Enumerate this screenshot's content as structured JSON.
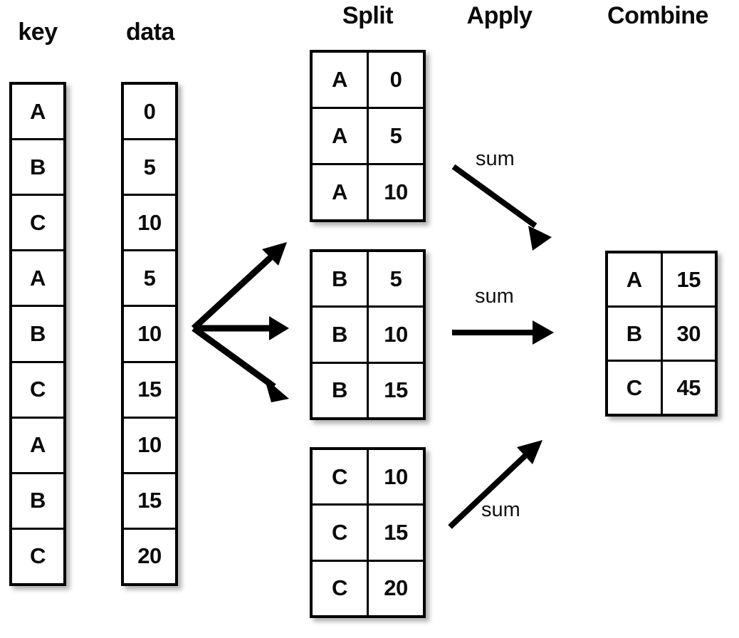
{
  "headings": {
    "key": "key",
    "data": "data",
    "split": "Split",
    "apply": "Apply",
    "combine": "Combine"
  },
  "source": {
    "key_column": {
      "label": "key",
      "values": [
        "A",
        "B",
        "C",
        "A",
        "B",
        "C",
        "A",
        "B",
        "C"
      ]
    },
    "data_column": {
      "label": "data",
      "values": [
        "0",
        "5",
        "10",
        "5",
        "10",
        "15",
        "10",
        "15",
        "20"
      ]
    }
  },
  "split_groups": [
    {
      "group": "A",
      "rows": [
        {
          "key": "A",
          "value": "0"
        },
        {
          "key": "A",
          "value": "5"
        },
        {
          "key": "A",
          "value": "10"
        }
      ]
    },
    {
      "group": "B",
      "rows": [
        {
          "key": "B",
          "value": "5"
        },
        {
          "key": "B",
          "value": "10"
        },
        {
          "key": "B",
          "value": "15"
        }
      ]
    },
    {
      "group": "C",
      "rows": [
        {
          "key": "C",
          "value": "10"
        },
        {
          "key": "C",
          "value": "15"
        },
        {
          "key": "C",
          "value": "20"
        }
      ]
    }
  ],
  "apply": {
    "operations": [
      {
        "label": "sum",
        "direction": "down-right"
      },
      {
        "label": "sum",
        "direction": "right"
      },
      {
        "label": "sum",
        "direction": "up-right"
      }
    ]
  },
  "combine": {
    "rows": [
      {
        "key": "A",
        "value": "15"
      },
      {
        "key": "B",
        "value": "30"
      },
      {
        "key": "C",
        "value": "45"
      }
    ]
  },
  "colors": {
    "ink": "#000000",
    "text": "#0a0a0a",
    "background": "#ffffff",
    "shadow": "rgba(0,0,0,0.30)"
  },
  "chart_data": {
    "type": "table",
    "title": "Split-Apply-Combine",
    "input_columns": [
      "key",
      "data"
    ],
    "input_rows": [
      [
        "A",
        0
      ],
      [
        "B",
        5
      ],
      [
        "C",
        10
      ],
      [
        "A",
        5
      ],
      [
        "B",
        10
      ],
      [
        "C",
        15
      ],
      [
        "A",
        10
      ],
      [
        "B",
        15
      ],
      [
        "C",
        20
      ]
    ],
    "split_groups": {
      "A": [
        0,
        5,
        10
      ],
      "B": [
        5,
        10,
        15
      ],
      "C": [
        10,
        15,
        20
      ]
    },
    "apply_operation": "sum",
    "combine_result": {
      "A": 15,
      "B": 30,
      "C": 45
    }
  }
}
